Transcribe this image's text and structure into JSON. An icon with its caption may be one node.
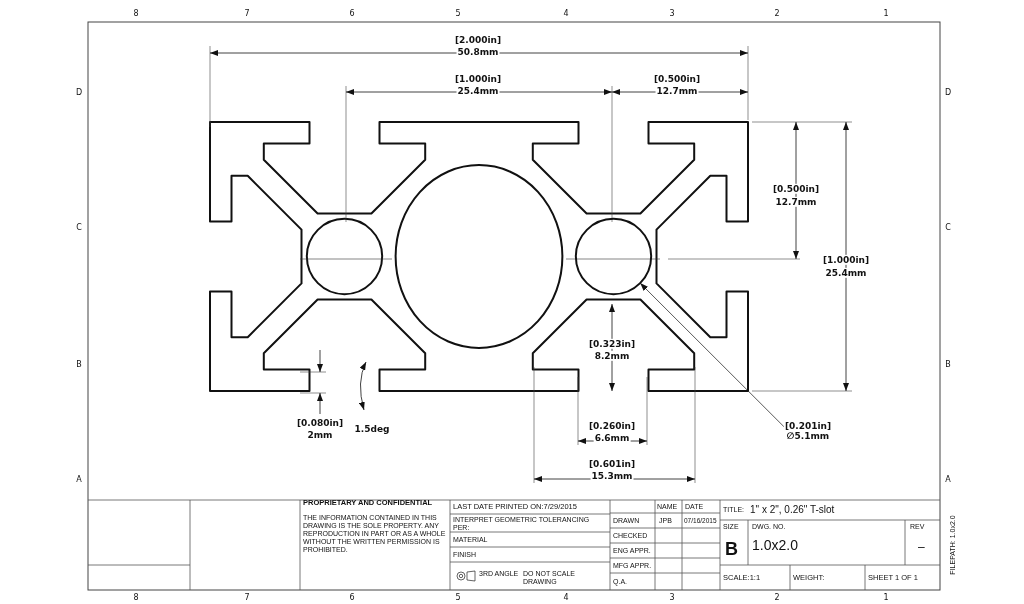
{
  "diagram": {
    "nodes": [
      {
        "text": [
          "[0.201in]",
          "∅5.1mm"
        ]
      },
      {
        "text": [],
        "shape": "circle"
      }
    ],
    "edges": [
      {
        "from": 0,
        "to": 1,
        "arrow": "to"
      }
    ],
    "labels": [
      "8",
      "7",
      "6",
      "5",
      "4",
      "3",
      "2",
      "1",
      "D",
      "D",
      "C",
      "C",
      "B",
      "B",
      "A",
      "A",
      "[2.000in]",
      "50.8mm",
      "[1.000in]",
      "25.4mm",
      "[0.500in]",
      "12.7mm",
      "[0.500in]",
      "12.7mm",
      "[1.000in]",
      "25.4mm",
      "[0.323in]",
      "8.2mm",
      "[0.080in]",
      "2mm",
      "1.5deg",
      "[0.260in]",
      "6.6mm",
      "[0.601in]",
      "15.3mm",
      "PROPRIETARY AND CONFIDENTIAL",
      "THE INFORMATION CONTAINED IN THIS DRAWING IS THE SOLE PROPERTY. ANY REPRODUCTION IN PART OR AS A WHOLE WITHOUT THE WRITTEN PERMISSION IS PROHIBITED.",
      "LAST DATE PRINTED ON:7/29/2015",
      "INTERPRET GEOMETRIC TOLERANCING PER:",
      "MATERIAL",
      "FINISH",
      "3RD ANGLE",
      "DO NOT SCALE DRAWING",
      "NAME",
      "DATE",
      "DRAWN",
      "JPB",
      "07/16/2015",
      "CHECKED",
      "ENG APPR.",
      "MFG APPR.",
      "Q.A.",
      "TITLE:",
      "1\" x 2\", 0.26\" T-slot",
      "SIZE",
      "B",
      "DWG. NO.",
      "1.0x2.0",
      "REV",
      "–",
      "SCALE:1:1",
      "WEIGHT:",
      "SHEET 1 OF 1",
      "8",
      "7",
      "6",
      "5",
      "4",
      "3",
      "2",
      "1",
      "FILEPATH: 1.0x2.0"
    ]
  }
}
